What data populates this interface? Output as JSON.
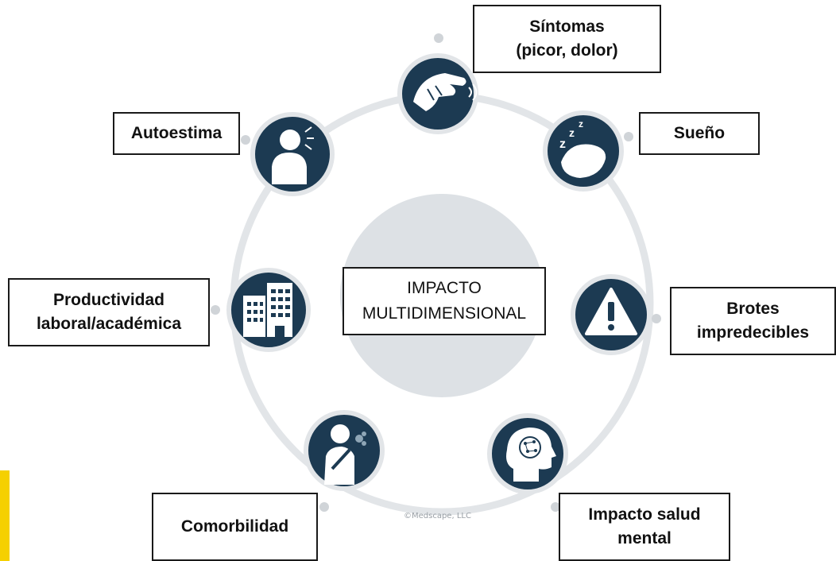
{
  "colors": {
    "node_fill": "#1c3a52",
    "ring": "#e2e5e8",
    "hub": "#dde1e5",
    "dot": "#d0d4d8",
    "accent_bar": "#f5d000"
  },
  "center": {
    "label": "IMPACTO\nMULTIDIMENSIONAL"
  },
  "nodes": [
    {
      "id": "sintomas",
      "label": "Síntomas\n(picor, dolor)",
      "icon": "hand-scratching-icon"
    },
    {
      "id": "sueno",
      "label": "Sueño",
      "icon": "pillow-sleep-icon"
    },
    {
      "id": "brotes",
      "label": "Brotes\nimpredecibles",
      "icon": "warning-triangle-icon"
    },
    {
      "id": "salud-mental",
      "label": "Impacto salud\nmental",
      "icon": "brain-head-icon"
    },
    {
      "id": "comorbilidad",
      "label": "Comorbilidad",
      "icon": "coughing-person-icon"
    },
    {
      "id": "productividad",
      "label": "Productividad\nlaboral/académica",
      "icon": "office-buildings-icon"
    },
    {
      "id": "autoestima",
      "label": "Autoestima",
      "icon": "person-thinking-icon"
    }
  ],
  "credit": "©Medscape, LLC"
}
